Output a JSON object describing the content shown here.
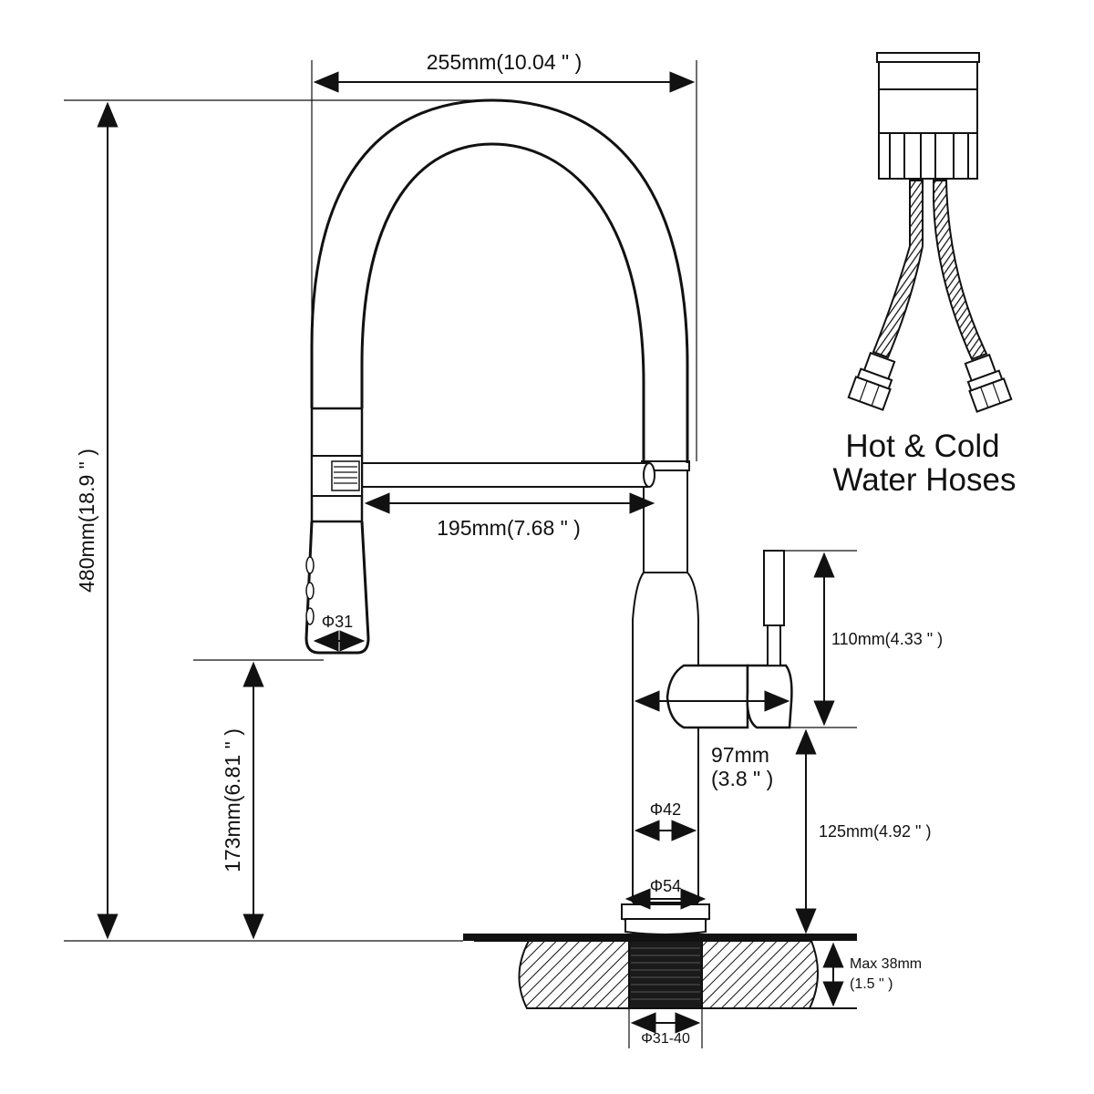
{
  "dimensions": {
    "spout_reach": "255mm(10.04 \" )",
    "total_height": "480mm(18.9 \" )",
    "sprayer_holder": "195mm(7.68 \" )",
    "sprayer_diameter": "Φ31",
    "sprayer_height": "173mm(6.81 \" )",
    "handle_height": "110mm(4.33 \" )",
    "handle_reach_line1": "97mm",
    "handle_reach_line2": "(3.8 \" )",
    "body_diameter": "Φ42",
    "base_diameter": "Φ54",
    "handle_base_height": "125mm(4.92 \" )",
    "deck_thickness_line1": "Max 38mm",
    "deck_thickness_line2": "(1.5 \" )",
    "hole_diameter": "Φ31-40"
  },
  "hoses_caption": {
    "line1": "Hot & Cold",
    "line2": "Water Hoses"
  }
}
